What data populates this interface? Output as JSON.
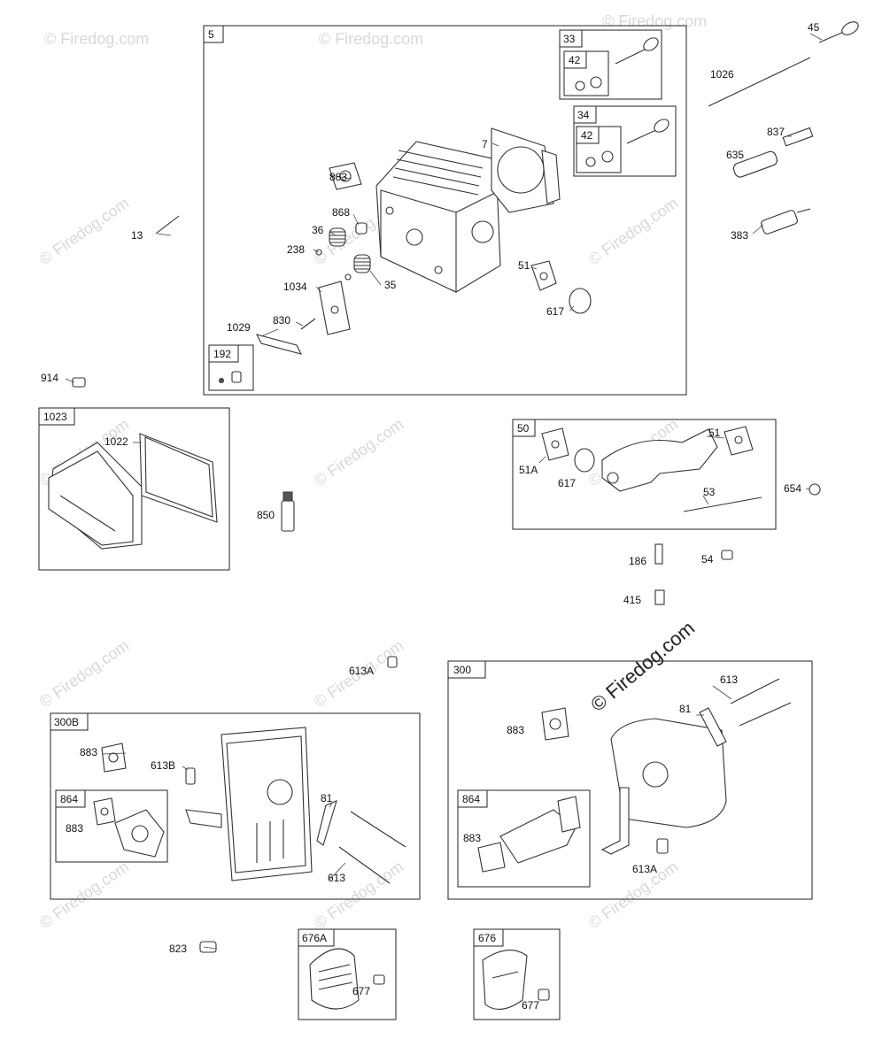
{
  "watermark": {
    "text": "© Firedog.com",
    "main_text": "© Firedog.com"
  },
  "boxes": {
    "b5": "5",
    "b33": "33",
    "b42a": "42",
    "b34": "34",
    "b42b": "42",
    "b192": "192",
    "b1023": "1023",
    "b50": "50",
    "b300B": "300B",
    "b864a": "864",
    "b300": "300",
    "b864b": "864",
    "b676A": "676A",
    "b676": "676"
  },
  "parts": {
    "p45": "45",
    "p1026": "1026",
    "p837": "837",
    "p635": "635",
    "p383": "383",
    "p13": "13",
    "p7": "7",
    "p883a": "883",
    "p868": "868",
    "p36": "36",
    "p238": "238",
    "p35": "35",
    "p1034": "1034",
    "p51a": "51",
    "p617a": "617",
    "p830": "830",
    "p1029": "1029",
    "p914": "914",
    "p1022": "1022",
    "p850": "850",
    "p51b": "51",
    "p51A": "51A",
    "p617b": "617",
    "p53": "53",
    "p654": "654",
    "p186": "186",
    "p54": "54",
    "p415": "415",
    "p613Aa": "613A",
    "p883b": "883",
    "p613B": "613B",
    "p883c": "883",
    "p81a": "81",
    "p613a": "613",
    "p613b": "613",
    "p81b": "81",
    "p883d": "883",
    "p883e": "883",
    "p613Ab": "613A",
    "p823": "823",
    "p677a": "677",
    "p677b": "677"
  }
}
